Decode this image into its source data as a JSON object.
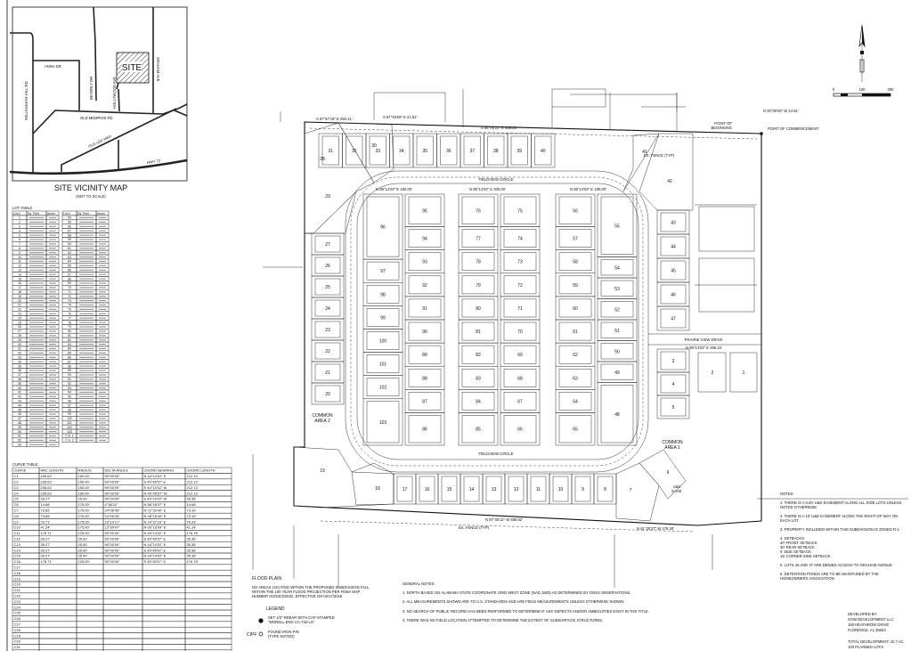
{
  "vicinity_map": {
    "title": "SITE VICINITY MAP",
    "subtitle": "(NOT TO SCALE)",
    "roads": {
      "willingham": "WILLINGHAM HILL RD",
      "anna": "ANNA DR",
      "beverly": "BEVERLY DR",
      "hollywood": "HOLLYWOOD AVE",
      "graham": "GRAHAM AVE",
      "old_memphis": "OLD MEMPHIS RD",
      "old_lee": "OLD LEE HWY",
      "hwy72": "HWY 72"
    },
    "site_label": "SITE"
  },
  "lot_table": {
    "title": "LOT TABLE",
    "headers": [
      "Lot #",
      "Sq. Feet",
      "Acres"
    ],
    "left_lots": [
      "1",
      "2",
      "3",
      "4",
      "5",
      "6",
      "7",
      "8",
      "9",
      "10",
      "11",
      "12",
      "13",
      "14",
      "15",
      "16",
      "17",
      "18",
      "19",
      "20",
      "21",
      "22",
      "23",
      "24",
      "25",
      "26",
      "27",
      "28",
      "29",
      "30",
      "31",
      "32",
      "33",
      "34",
      "35",
      "36",
      "37",
      "38",
      "39",
      "40",
      "41",
      "42",
      "43",
      "44",
      "45",
      "46",
      "47",
      "48",
      "49",
      "50",
      "51",
      "52",
      "53"
    ],
    "right_lots": [
      "54",
      "55",
      "56",
      "57",
      "58",
      "59",
      "60",
      "61",
      "62",
      "63",
      "64",
      "65",
      "66",
      "67",
      "68",
      "69",
      "70",
      "71",
      "72",
      "73",
      "74",
      "75",
      "76",
      "77",
      "78",
      "79",
      "80",
      "81",
      "82",
      "83",
      "84",
      "85",
      "86",
      "87",
      "88",
      "89",
      "90",
      "91",
      "92",
      "93",
      "94",
      "95",
      "96",
      "97",
      "98",
      "99",
      "100",
      "101",
      "102",
      "103",
      "C.A. 1",
      "C.A. 2"
    ]
  },
  "curve_table": {
    "title": "CURVE TABLE",
    "headers": [
      "CURVE",
      "ARC LENGTH",
      "RADIUS",
      "DELTA ANGLE",
      "CHORD BEARING",
      "CHORD LENGTH"
    ],
    "rows": [
      [
        "C1",
        "235.62'",
        "150.00'",
        "90°00'00\"",
        "N 44°14'02\" E",
        "212.13'"
      ],
      [
        "C2",
        "235.62'",
        "150.00'",
        "90°00'00\"",
        "S 45°45'57\" E",
        "212.13'"
      ],
      [
        "C3",
        "235.62'",
        "150.00'",
        "90°00'00\"",
        "S 44°14'02\" W",
        "212.13'"
      ],
      [
        "C4",
        "235.62'",
        "150.00'",
        "90°00'00\"",
        "N 45°45'57\" W",
        "212.13'"
      ],
      [
        "C5",
        "39.27'",
        "25.00'",
        "90°00'00\"",
        "S 44°14'02\" W",
        "35.36'"
      ],
      [
        "C6",
        "14.68'",
        "175.00'",
        "4°48'22\"",
        "N 88°45'07\" E",
        "14.68'"
      ],
      [
        "C7",
        "73.65'",
        "175.00'",
        "24°06'43\"",
        "N 72°32'40\" E",
        "73.10'"
      ],
      [
        "C8",
        "73.65'",
        "175.00'",
        "24°06'43\"",
        "N 48°15'40\" E",
        "73.10'"
      ],
      [
        "C9",
        "70.77'",
        "175.00'",
        "23°10'17\"",
        "N 24°37'10\" E",
        "70.29'"
      ],
      [
        "C10",
        "41.24'",
        "175.00'",
        "13°30'07\"",
        "N 06°16'59\" E",
        "41.14'"
      ],
      [
        "C11",
        "176.71'",
        "125.00'",
        "90°00'00\"",
        "N 44°14'02\" E",
        "176.78'"
      ],
      [
        "C12",
        "39.27'",
        "25.00'",
        "90°00'00\"",
        "S 45°45'57\" E",
        "35.36'"
      ],
      [
        "C13",
        "39.27'",
        "25.00'",
        "90°00'00\"",
        "N 44°14'02\" E",
        "35.36'"
      ],
      [
        "C14",
        "39.27'",
        "25.00'",
        "90°00'00\"",
        "S 45°45'57\" E",
        "35.36'"
      ],
      [
        "C15",
        "39.27'",
        "25.00'",
        "90°00'00\"",
        "N 44°14'02\" E",
        "35.36'"
      ],
      [
        "C16",
        "176.71'",
        "125.00'",
        "90°00'00\"",
        "S 45°45'57\" E",
        "176.78'"
      ],
      [
        "C17",
        "",
        "",
        "",
        "",
        ""
      ],
      [
        "C18",
        "",
        "",
        "",
        "",
        ""
      ],
      [
        "C19",
        "",
        "",
        "",
        "",
        ""
      ],
      [
        "C20",
        "",
        "",
        "",
        "",
        ""
      ],
      [
        "C21",
        "",
        "",
        "",
        "",
        ""
      ],
      [
        "C22",
        "",
        "",
        "",
        "",
        ""
      ],
      [
        "C23",
        "",
        "",
        "",
        "",
        ""
      ],
      [
        "C24",
        "",
        "",
        "",
        "",
        ""
      ],
      [
        "C25",
        "",
        "",
        "",
        "",
        ""
      ],
      [
        "C26",
        "",
        "",
        "",
        "",
        ""
      ],
      [
        "C27",
        "",
        "",
        "",
        "",
        ""
      ],
      [
        "C28",
        "",
        "",
        "",
        "",
        ""
      ],
      [
        "C29",
        "",
        "",
        "",
        "",
        ""
      ],
      [
        "C30",
        "",
        "",
        "",
        "",
        ""
      ],
      [
        "C31",
        "",
        "",
        "",
        "",
        ""
      ],
      [
        "C32",
        "",
        "",
        "",
        "",
        ""
      ]
    ]
  },
  "plan": {
    "streets": {
      "fieldview_top": "FIELDVIEW CIRCLE",
      "fieldview_bottom": "FIELDVIEW CIRCLE",
      "prairie": "PRAIRIE VIEW DRIVE"
    },
    "common_area_1": [
      "COMMON",
      "AREA 1"
    ],
    "common_area_2": [
      "COMMON",
      "AREA 2"
    ],
    "ex_fence_top": "EX. FENCE (TYP)",
    "ex_fence_bottom": "EX. FENCE (TYP)",
    "point_of_beginning": [
      "POINT OF",
      "BEGINNING"
    ],
    "point_of_commencement": "POINT OF COMMENCEMENT",
    "ude_ease": [
      "U&D",
      "EASE"
    ],
    "bearings": {
      "top_left": "S 87°57'18\" E 250.31'",
      "top_mid": "S 87°46'59\" E 21.52'",
      "top_right": "S 86°05'21\" E 408.34'",
      "bottom_mid": "N 87°45'12\" W 808.82'",
      "bottom_right": "N 81°30'27\" W 175.28'",
      "fieldview_n1": "N 89°14'03\" E 180.00'",
      "fieldview_n2": "N 89°14'03\" E 300.00'",
      "fieldview_n3": "N 89°14'03\" E 190.00'",
      "prairie": "N 89°14'03\" E 306.34'",
      "north_tie": "N 00°00'00\" W 24.81'"
    },
    "lots": {
      "top_row": [
        "31",
        "32",
        "33",
        "34",
        "35",
        "36",
        "37",
        "38",
        "39",
        "40"
      ],
      "left_column": [
        "27",
        "26",
        "25",
        "24",
        "23",
        "22",
        "21",
        "20"
      ],
      "bottom_row": [
        "17",
        "16",
        "15",
        "14",
        "13",
        "12",
        "11",
        "10",
        "9",
        "8"
      ],
      "block_a_left": [
        "96",
        "97",
        "98",
        "99",
        "100",
        "101",
        "102",
        "103"
      ],
      "block_a_right": [
        "95",
        "94",
        "93",
        "92",
        "91",
        "90",
        "89",
        "88",
        "87",
        "86"
      ],
      "block_b_left": [
        "76",
        "77",
        "78",
        "79",
        "80",
        "81",
        "82",
        "83",
        "84",
        "85"
      ],
      "block_b_right": [
        "75",
        "74",
        "73",
        "72",
        "71",
        "70",
        "69",
        "68",
        "67",
        "66"
      ],
      "block_c_left": [
        "56",
        "57",
        "58",
        "59",
        "60",
        "61",
        "62",
        "63",
        "64",
        "65"
      ],
      "block_c_right": [
        "55",
        "54",
        "53",
        "52",
        "51",
        "50",
        "49",
        "48"
      ],
      "right_upper": [
        "43",
        "44",
        "45",
        "46",
        "47"
      ],
      "right_lower": [
        "3",
        "4",
        "5"
      ],
      "misc": {
        "l28": "28",
        "l29": "29",
        "l30": "30",
        "l41": "41",
        "l42": "42",
        "l19": "19",
        "l18": "18",
        "l7": "7",
        "l6": "6",
        "l2": "2",
        "l1": "1"
      }
    }
  },
  "scale_bar": {
    "labels": [
      "0",
      "100",
      "200"
    ]
  },
  "flood_plain": {
    "title": "FLOOD PLAIN",
    "lines": [
      "NO AREAS LOCATED WITHIN THE PROPOSED SUBDIVISION FALL",
      "WITHIN THE 100 YEAR FLOOD PROJECTION PER FEMA MAP",
      "NUMBER 01033C0301D, EFFECTIVE ON 02/17/2018"
    ]
  },
  "legend": {
    "title": "LEGEND",
    "rebar": [
      "SET 1/2\" REBAR WITH CAP STAMPED",
      "\"MORELL ENG CA-742-LS\""
    ],
    "cipf_label": "CIPF",
    "iron_pin": [
      "FOUND IRON PIN",
      "(TYPE NOTED)"
    ]
  },
  "general_notes": {
    "title": "GENERAL NOTES:",
    "items": [
      "1.  NORTH BASED ON ALABAMA STATE COORDINATE GRID-WEST ZONE (NAD 1983) AS DETERMINED BY GNSS OBSERVATIONS.",
      "2.  ALL MEASUREMENTS SHOWN ARE TO U.S. STANDARDS AND ARE FIELD MEASUREMENTS UNLESS OTHERWISE SHOWN.",
      "3.  NO SEARCH OF PUBLIC RECORD HAS BEEN PERFORMED TO DETERMINE IF ANY DEFECTS AND/OR AMBIGUITIES EXIST IN THE TITLE.",
      "4.  THERE WAS NO FIELD LOCATION ATTEMPTED TO DETERMINE THE EXTENT OF SUBSURFACE STRUCTURES."
    ]
  },
  "notes": {
    "title": "NOTES:",
    "lines": [
      [
        "1. THERE IS A 5.00' U&D EASEMENT ALONG ALL SIDE LOTS UNLESS",
        "NOTED OTHERWISE."
      ],
      [
        "2. THERE IS A 15' U&D EASEMENT ALONG THE RIGHT-OF-WAY ON",
        "EACH LOT."
      ],
      [
        "3. PROPERTY INCLUDED WITHIN THIS SUBDIVISION IS ZONED R-1"
      ],
      [
        "4.  SETBACKS",
        "40' FRONT SETBACK",
        "30' REAR SETBACK",
        "5' SIDE SETBACK",
        "15' CORNER SIDE SETBACK"
      ],
      [
        "5. LOTS 46 AND 47 ARE DENIED ACCESS TO GRAHAM AVENUE"
      ],
      [
        "6. DETENTION PONDS ARE TO BE MAINTAINED BY THE",
        "HOMEOWNERS ASSOCIATION."
      ]
    ]
  },
  "developer": {
    "lines": [
      "DEVELOPED BY:",
      "GOM DEVELOPMENT LLC",
      "150 HEATHROW DRIVE",
      "FLORENCE, AL 35633"
    ],
    "total": [
      "TOTAL DEVELOPMENT: 42.7 AC.",
      "103 PLANNED LOTS"
    ]
  }
}
